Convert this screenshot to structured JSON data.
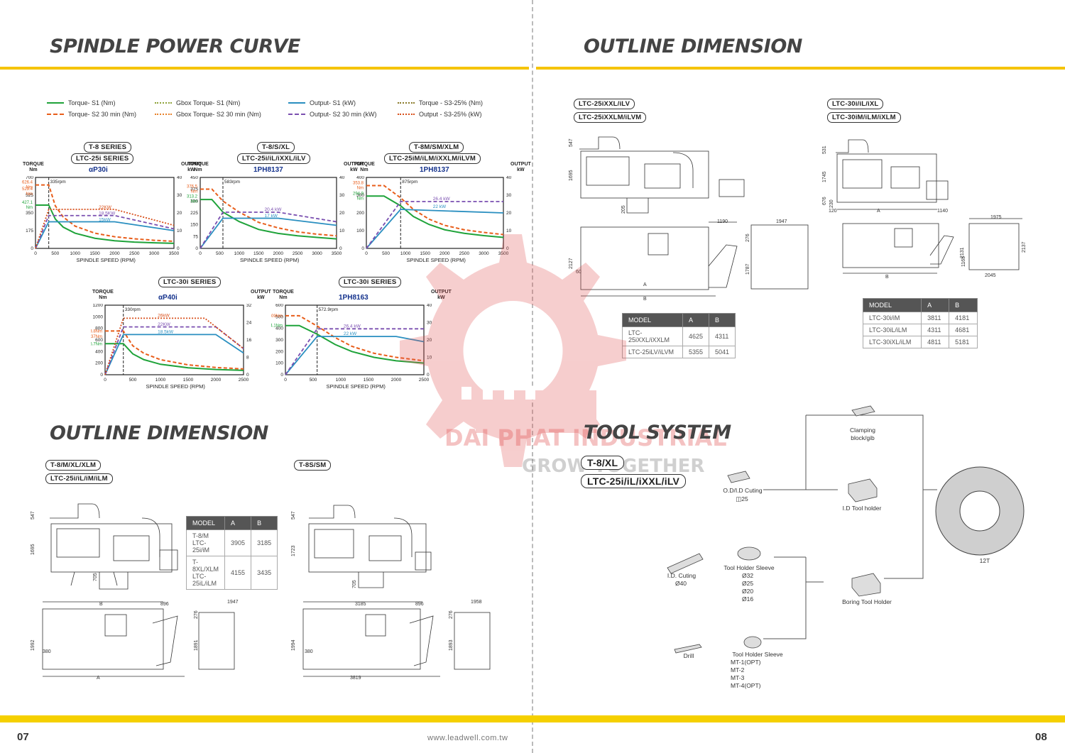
{
  "left_heading_top": "SPINDLE POWER CURVE",
  "left_heading_bottom": "OUTLINE DIMENSION",
  "right_heading_top": "OUTLINE DIMENSION",
  "right_heading_bottom": "TOOL SYSTEM",
  "legend": [
    {
      "label": "Torque- S1 (Nm)",
      "color": "#1fa33a",
      "style": "solid"
    },
    {
      "label": "Torque- S2 30 min (Nm)",
      "color": "#e85d1a",
      "style": "dashed"
    },
    {
      "label": "Gbox Torque- S1 (Nm)",
      "color": "#8fa23a",
      "style": "dotted"
    },
    {
      "label": "Gbox Torque- S2 30 min (Nm)",
      "color": "#e8812a",
      "style": "dotted"
    },
    {
      "label": "Output- S1 (kW)",
      "color": "#2a8fc0",
      "style": "solid"
    },
    {
      "label": "Output- S2 30 min (kW)",
      "color": "#7a4fb0",
      "style": "dashed"
    },
    {
      "label": "Torque - S3-25% (Nm)",
      "color": "#8a7a2a",
      "style": "dotted"
    },
    {
      "label": "Output - S3-25% (kW)",
      "color": "#d84f1a",
      "style": "dotted"
    }
  ],
  "axis_labels": {
    "torque": "TORQUE",
    "torque_unit": "Nm",
    "output": "OUTPUT",
    "output_unit": "kW",
    "speed": "SPINDLE SPEED (RPM)"
  },
  "chart_data": [
    {
      "type": "line",
      "pills": [
        "T-8 SERIES",
        "LTC-25i SERIES"
      ],
      "motor": "αP30i",
      "base_rpm": "335rpm",
      "x_ticks": [
        "0",
        "500",
        "1000",
        "1500",
        "2000",
        "2500",
        "3000",
        "3500"
      ],
      "y_left_ticks": [
        "0",
        "175",
        "350",
        "525",
        "700"
      ],
      "y_right_ticks": [
        "0",
        "10",
        "20",
        "30",
        "40"
      ],
      "xlim": [
        0,
        3500
      ],
      "ylim_left": [
        0,
        700
      ],
      "ylim_right": [
        0,
        40
      ],
      "left_labels": [
        {
          "text": "626.4",
          "text2": "Nm",
          "value": 626.4,
          "color": "#e85d1a"
        },
        {
          "text": "529.4",
          "text2": "Nm",
          "value": 560,
          "color": "#e85d1a"
        },
        {
          "text": "427.1",
          "text2": "Nm",
          "value": 427.1,
          "color": "#1fa33a"
        }
      ],
      "series": [
        {
          "key": "torque_s1",
          "axis": "left",
          "color": "#1fa33a",
          "x": [
            0,
            335,
            500,
            700,
            1000,
            1500,
            2000,
            2500,
            3000,
            3500
          ],
          "y": [
            427,
            427,
            290,
            210,
            150,
            100,
            75,
            62,
            55,
            50
          ]
        },
        {
          "key": "torque_s2",
          "axis": "left",
          "color": "#e85d1a",
          "x": [
            0,
            335,
            500,
            700,
            1000,
            1500,
            2000,
            2500,
            3000,
            3500
          ],
          "y": [
            626,
            626,
            420,
            310,
            220,
            150,
            115,
            95,
            80,
            70
          ]
        },
        {
          "key": "output_s1",
          "axis": "right",
          "color": "#2a8fc0",
          "x": [
            0,
            335,
            2000,
            3500
          ],
          "y": [
            0,
            15,
            15,
            10
          ]
        },
        {
          "key": "output_s2",
          "axis": "right",
          "color": "#7a4fb0",
          "x": [
            0,
            335,
            2000,
            3500
          ],
          "y": [
            0,
            18.5,
            18.5,
            11
          ]
        },
        {
          "key": "output_s3",
          "axis": "right",
          "color": "#d84f1a",
          "x": [
            0,
            335,
            2000,
            3500
          ],
          "y": [
            0,
            22,
            22,
            13
          ]
        }
      ],
      "annotations": [
        {
          "text": "22KW",
          "x": 1600,
          "y": 22.5,
          "axis": "right",
          "color": "#d84f1a"
        },
        {
          "text": "18.5KW",
          "x": 1600,
          "y": 19,
          "axis": "right",
          "color": "#7a4fb0"
        },
        {
          "text": "15kW",
          "x": 1600,
          "y": 15.5,
          "axis": "right",
          "color": "#2a8fc0"
        }
      ]
    },
    {
      "type": "line",
      "pills": [
        "T-8/S/XL",
        "LTC-25i/iL/iXXL/iLV"
      ],
      "motor": "1PH8137",
      "base_rpm": "583rpm",
      "x_ticks": [
        "0",
        "500",
        "1000",
        "1500",
        "2000",
        "2500",
        "3000",
        "3500"
      ],
      "y_left_ticks": [
        "0",
        "75",
        "150",
        "225",
        "300",
        "375",
        "450"
      ],
      "y_right_ticks": [
        "0",
        "10",
        "20",
        "30",
        "40"
      ],
      "xlim": [
        0,
        3500
      ],
      "ylim_left": [
        0,
        450
      ],
      "ylim_right": [
        0,
        40
      ],
      "left_labels": [
        {
          "text": "376.5",
          "text2": "Nm",
          "value": 376.5,
          "color": "#e85d1a"
        },
        {
          "text": "313.2",
          "text2": "Nm",
          "value": 313.2,
          "color": "#1fa33a"
        }
      ],
      "series": [
        {
          "key": "torque_s1",
          "axis": "left",
          "color": "#1fa33a",
          "x": [
            0,
            300,
            583,
            1000,
            1500,
            2000,
            2500,
            3000,
            3500
          ],
          "y": [
            310,
            310,
            230,
            170,
            120,
            95,
            80,
            70,
            60
          ]
        },
        {
          "key": "torque_s2",
          "axis": "left",
          "color": "#e85d1a",
          "x": [
            0,
            300,
            583,
            1000,
            1500,
            2000,
            2500,
            3000,
            3500
          ],
          "y": [
            376,
            376,
            300,
            230,
            165,
            130,
            105,
            90,
            80
          ]
        },
        {
          "key": "output_s1",
          "axis": "right",
          "color": "#2a8fc0",
          "x": [
            0,
            583,
            2000,
            3500
          ],
          "y": [
            0,
            17,
            17,
            13
          ]
        },
        {
          "key": "output_s2",
          "axis": "right",
          "color": "#7a4fb0",
          "x": [
            0,
            583,
            2000,
            3500
          ],
          "y": [
            0,
            20.4,
            20.4,
            15
          ]
        }
      ],
      "annotations": [
        {
          "text": "20.4 kW",
          "x": 1650,
          "y": 21.2,
          "axis": "right",
          "color": "#7a4fb0"
        },
        {
          "text": "17 kW",
          "x": 1650,
          "y": 17.6,
          "axis": "right",
          "color": "#2a8fc0"
        }
      ]
    },
    {
      "type": "line",
      "pills": [
        "T-8M/SM/XLM",
        "LTC-25iM/iLM/iXXLM/iLVM"
      ],
      "motor": "1PH8137",
      "base_rpm": "875rpm",
      "x_ticks": [
        "0",
        "500",
        "1000",
        "1500",
        "2000",
        "2500",
        "3000",
        "3500"
      ],
      "y_left_ticks": [
        "0",
        "100",
        "200",
        "300",
        "400"
      ],
      "y_right_ticks": [
        "0",
        "10",
        "20",
        "30",
        "40"
      ],
      "xlim": [
        0,
        3500
      ],
      "ylim_left": [
        0,
        400
      ],
      "ylim_right": [
        0,
        40
      ],
      "left_labels": [
        {
          "text": "353.8",
          "text2": "Nm",
          "value": 353.8,
          "color": "#e85d1a"
        },
        {
          "text": "294.9",
          "text2": "Nm",
          "value": 294.9,
          "color": "#1fa33a"
        }
      ],
      "series": [
        {
          "key": "torque_s1",
          "axis": "left",
          "color": "#1fa33a",
          "x": [
            0,
            450,
            875,
            1200,
            1600,
            2000,
            2500,
            3000,
            3500
          ],
          "y": [
            295,
            295,
            240,
            180,
            135,
            105,
            85,
            72,
            62
          ]
        },
        {
          "key": "torque_s2",
          "axis": "left",
          "color": "#e85d1a",
          "x": [
            0,
            450,
            875,
            1200,
            1600,
            2000,
            2500,
            3000,
            3500
          ],
          "y": [
            354,
            354,
            285,
            220,
            165,
            130,
            105,
            90,
            78
          ]
        },
        {
          "key": "output_s1",
          "axis": "right",
          "color": "#2a8fc0",
          "x": [
            0,
            875,
            3500
          ],
          "y": [
            0,
            22,
            20
          ]
        },
        {
          "key": "output_s2",
          "axis": "right",
          "color": "#7a4fb0",
          "x": [
            0,
            875,
            3500
          ],
          "y": [
            0,
            26.4,
            26.4
          ]
        }
      ],
      "annotations": [
        {
          "text": "26.4 kW",
          "x": 1700,
          "y": 27.2,
          "axis": "right",
          "color": "#7a4fb0"
        },
        {
          "text": "22 kW",
          "x": 1700,
          "y": 22.8,
          "axis": "right",
          "color": "#2a8fc0"
        }
      ]
    },
    {
      "type": "line",
      "pills": [
        "LTC-30i SERIES"
      ],
      "motor": "αP40i",
      "base_rpm": "330rpm",
      "x_ticks": [
        "0",
        "500",
        "1000",
        "1500",
        "2000",
        "2500"
      ],
      "y_left_ticks": [
        "0",
        "200",
        "400",
        "600",
        "800",
        "1000",
        "1200"
      ],
      "y_right_ticks": [
        "0",
        "8",
        "16",
        "24",
        "32"
      ],
      "xlim": [
        0,
        2500
      ],
      "ylim_left": [
        0,
        1200
      ],
      "ylim_right": [
        0,
        32
      ],
      "left_labels": [
        {
          "text": "753.8Nm",
          "text2": "",
          "value": 753.8,
          "color": "#e85d1a"
        },
        {
          "text": "637Nm",
          "text2": "",
          "value": 660,
          "color": "#e85d1a"
        },
        {
          "text": "535.7Nm",
          "text2": "",
          "value": 535.7,
          "color": "#1fa33a"
        }
      ],
      "series": [
        {
          "key": "torque_s1",
          "axis": "left",
          "color": "#1fa33a",
          "x": [
            0,
            330,
            500,
            700,
            1000,
            1500,
            2000,
            2500
          ],
          "y": [
            536,
            536,
            360,
            260,
            180,
            120,
            90,
            75
          ]
        },
        {
          "key": "torque_s2",
          "axis": "left",
          "color": "#e85d1a",
          "x": [
            0,
            330,
            500,
            700,
            1000,
            1500,
            2000,
            2500
          ],
          "y": [
            754,
            754,
            500,
            370,
            260,
            170,
            125,
            100
          ]
        },
        {
          "key": "output_s1",
          "axis": "right",
          "color": "#2a8fc0",
          "x": [
            0,
            330,
            2000,
            2500
          ],
          "y": [
            0,
            18.5,
            18.5,
            10
          ]
        },
        {
          "key": "output_s2",
          "axis": "right",
          "color": "#7a4fb0",
          "x": [
            0,
            330,
            2000,
            2500
          ],
          "y": [
            0,
            22,
            22,
            12
          ]
        },
        {
          "key": "output_s3",
          "axis": "right",
          "color": "#d84f1a",
          "x": [
            0,
            330,
            1800,
            2500
          ],
          "y": [
            0,
            26,
            26,
            12
          ]
        }
      ],
      "annotations": [
        {
          "text": "26kW",
          "x": 950,
          "y": 26.6,
          "axis": "right",
          "color": "#d84f1a"
        },
        {
          "text": "22KW",
          "x": 950,
          "y": 22.6,
          "axis": "right",
          "color": "#7a4fb0"
        },
        {
          "text": "18.5kW",
          "x": 950,
          "y": 19.1,
          "axis": "right",
          "color": "#2a8fc0"
        }
      ]
    },
    {
      "type": "line",
      "pills": [
        "LTC-30i SERIES"
      ],
      "motor": "1PH8163",
      "base_rpm": "572.9rpm",
      "x_ticks": [
        "0",
        "500",
        "1000",
        "1500",
        "2000",
        "2500"
      ],
      "y_left_ticks": [
        "0",
        "100",
        "200",
        "300",
        "400",
        "500",
        "600"
      ],
      "y_right_ticks": [
        "0",
        "10",
        "20",
        "30",
        "40"
      ],
      "xlim": [
        0,
        2500
      ],
      "ylim_left": [
        0,
        600
      ],
      "ylim_right": [
        0,
        40
      ],
      "left_labels": [
        {
          "text": "509Nm",
          "text2": "",
          "value": 509,
          "color": "#e85d1a"
        },
        {
          "text": "424.1Nm",
          "text2": "",
          "value": 424.1,
          "color": "#1fa33a"
        }
      ],
      "series": [
        {
          "key": "torque_s1",
          "axis": "left",
          "color": "#1fa33a",
          "x": [
            0,
            250,
            573,
            900,
            1200,
            1600,
            2000,
            2500
          ],
          "y": [
            424,
            424,
            350,
            260,
            200,
            150,
            120,
            100
          ]
        },
        {
          "key": "torque_s2",
          "axis": "left",
          "color": "#e85d1a",
          "x": [
            0,
            250,
            573,
            900,
            1200,
            1600,
            2000,
            2500
          ],
          "y": [
            509,
            509,
            420,
            320,
            245,
            185,
            150,
            120
          ]
        },
        {
          "key": "output_s1",
          "axis": "right",
          "color": "#2a8fc0",
          "x": [
            0,
            573,
            2000,
            2500
          ],
          "y": [
            0,
            22,
            22,
            19
          ]
        },
        {
          "key": "output_s2",
          "axis": "right",
          "color": "#7a4fb0",
          "x": [
            0,
            573,
            2500
          ],
          "y": [
            0,
            26.4,
            26.4
          ]
        }
      ],
      "annotations": [
        {
          "text": "26.4 kW",
          "x": 1050,
          "y": 27.2,
          "axis": "right",
          "color": "#7a4fb0"
        },
        {
          "text": "22 kW",
          "x": 1050,
          "y": 22.8,
          "axis": "right",
          "color": "#2a8fc0"
        }
      ]
    }
  ],
  "outline_left": {
    "drawing1_pills": [
      "T-8/M/XL/XLM",
      "LTC-25i/iL/iM/iLM"
    ],
    "drawing2_pills": [
      "T-8S/SM"
    ],
    "table": {
      "headers": [
        "MODEL",
        "A",
        "B"
      ],
      "rows": [
        [
          "T-8/M",
          "LTC-25i/iM",
          "3905",
          "3185"
        ],
        [
          "T-8XL/XLM",
          "LTC-25iL/iLM",
          "4155",
          "3435"
        ]
      ]
    },
    "dims1_top": [
      "547",
      "1695",
      "705"
    ],
    "dims1_bottom": [
      "B",
      "896",
      "1947",
      "1992",
      "380",
      "A",
      "276",
      "1891"
    ],
    "dims2_top": [
      "547",
      "1723",
      "705"
    ],
    "dims2_bottom": [
      "3185",
      "896",
      "1958",
      "1994",
      "380",
      "3819",
      "276",
      "1893"
    ]
  },
  "outline_right": {
    "drawing1_pills": [
      "LTC-25iXXL/iLV",
      "LTC-25iXXLM/iLVM"
    ],
    "drawing2_pills": [
      "LTC-30i/iL/iXL",
      "LTC-30iM/iLM/iXLM"
    ],
    "table1": {
      "headers": [
        "MODEL",
        "A",
        "B"
      ],
      "rows": [
        [
          "LTC-25iXXL/iXXLM",
          "4625",
          "4311"
        ],
        [
          "LTC-25iLV/iLVM",
          "5355",
          "5041"
        ]
      ]
    },
    "table2": {
      "headers": [
        "MODEL",
        "A",
        "B"
      ],
      "rows": [
        [
          "LTC-30i/iM",
          "3811",
          "4181"
        ],
        [
          "LTC-30iL/iLM",
          "4311",
          "4681"
        ],
        [
          "LTC-30iXL/iLM",
          "4811",
          "5181"
        ]
      ]
    },
    "dims1": [
      "547",
      "1695",
      "205",
      "1190",
      "1947",
      "276",
      "2127",
      "60",
      "1787",
      "A",
      "B"
    ],
    "dims2": [
      "531",
      "1745",
      "676",
      "230",
      "120",
      "A",
      "1140",
      "1975",
      "2131",
      "1165",
      "2137",
      "B",
      "2045"
    ]
  },
  "tool_system": {
    "pills": [
      "T-8/XL",
      "LTC-25i/iL/iXXL/iLV"
    ],
    "items": {
      "clamping": "Clamping block/gib",
      "od_cutting": "O.D/I.D Cuting",
      "od_size": "◫25",
      "id_holder": "I.D Tool holder",
      "id_cutting": "I.D. Cuting",
      "id_size": "Ø40",
      "sleeve1": "Tool Holder Sleeve",
      "sleeve1_sizes": [
        "Ø32",
        "Ø25",
        "Ø20",
        "Ø16"
      ],
      "boring": "Boring Tool Holder",
      "drill": "Drill",
      "sleeve2": "Tool Holder Sleeve",
      "sleeve2_sizes": [
        "MT-1(OPT)",
        "MT-2",
        "MT-3",
        "MT-4(OPT)"
      ],
      "turret": "12T"
    }
  },
  "watermark": {
    "line1": "DAI PHAT INDUSTRIAL",
    "line2": "GROW TOGETHER"
  },
  "footer": {
    "left_page": "07",
    "right_page": "08",
    "url": "www.leadwell.com.tw"
  }
}
